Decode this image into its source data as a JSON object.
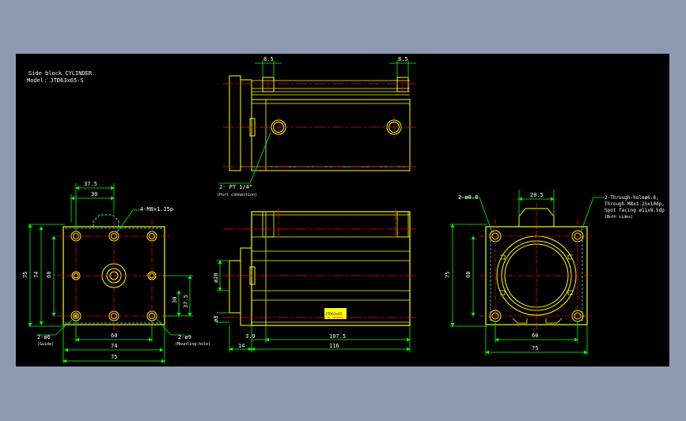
{
  "title_block": {
    "line1": "Side block CYLINDER",
    "line2": "Model: JTD63x65-S"
  },
  "top_view": {
    "dim_left": "8.5",
    "dim_right": "8.5",
    "port_label": "2- PT 1/4\"",
    "port_sub": "(Port connection)"
  },
  "left_view": {
    "dim_37_5": "37.5",
    "dim_30": "30",
    "thread_label": "4-M8x1.25p",
    "dim_75_v": "75",
    "dim_74_v": "74",
    "dim_60_v": "60",
    "dim_30_v": "30",
    "dim_37_5_v": "37.5",
    "dim_60_h": "60",
    "dim_74_h": "74",
    "dim_75_h": "75",
    "guide_label": "2-ø6",
    "guide_sub": "(Guide)",
    "mount_label": "2-ø9",
    "mount_sub": "(Mounting-hole)"
  },
  "side_view": {
    "dia_20": "ø20",
    "dia_8": "ø8",
    "dim_14": "14",
    "dim_3_9": "3.9",
    "dim_107_5": "107.5",
    "dim_116": "116",
    "plate_text": "JTD63x65"
  },
  "right_view": {
    "hole_label": "2-ø8.8",
    "dim_20_5": "20.5",
    "through_line1": "2-Through-holeø6.8,",
    "through_line2": "Through M8x1.25x10dp,",
    "through_line3": "Spot facing ø11x8.5dp",
    "through_line4": "(Both sides)",
    "dim_75_v": "75",
    "dim_60_v": "60",
    "dim_60_h": "60",
    "dim_75_h": "75"
  },
  "colors": {
    "background": "#000000",
    "frame": "#8c9bb2",
    "outline": "#ffff00",
    "centerline": "#ff0000",
    "dimension": "#00ff00",
    "hidden": "#00ffff",
    "text": "#ffffff"
  }
}
